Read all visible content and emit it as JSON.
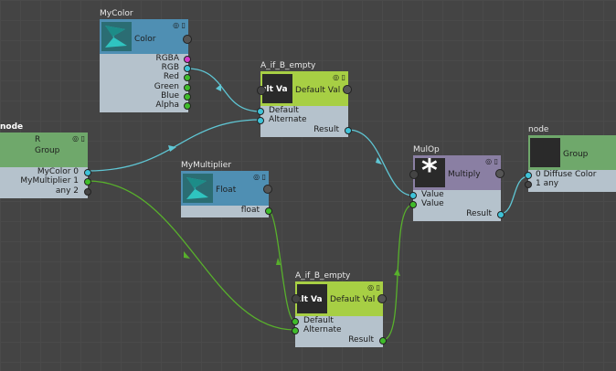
{
  "nodes": {
    "mycolor": {
      "title": "MyColor",
      "type": "Color",
      "outputs": [
        "RGBA",
        "RGB",
        "Red",
        "Green",
        "Blue",
        "Alpha"
      ]
    },
    "aif1": {
      "title": "A_if_B_empty",
      "thumb_text": "ault Va",
      "type": "Default Val",
      "inputs": [
        "Default",
        "Alternate"
      ],
      "output": "Result"
    },
    "group_left": {
      "title": "node",
      "name": "R",
      "type": "Group",
      "outputs": [
        "MyColor 0",
        "MyMultiplier 1",
        "any 2"
      ]
    },
    "mymult": {
      "title": "MyMultiplier",
      "type": "Float",
      "output": "float"
    },
    "aif2": {
      "title": "A_if_B_empty",
      "thumb_text": "ault Va",
      "type": "Default Val",
      "inputs": [
        "Default",
        "Alternate"
      ],
      "output": "Result"
    },
    "mulop": {
      "title": "MulOp",
      "thumb_glyph": "*",
      "type": "Multiply",
      "inputs": [
        "Value",
        "Value"
      ],
      "output": "Result"
    },
    "group_right": {
      "title": "node",
      "type": "Group",
      "inputs": [
        "0 Diffuse Color",
        "1 any"
      ]
    }
  },
  "colors": {
    "canvas": "#444444",
    "wire_color": "#5fc6d4",
    "wire_float": "#58b02c",
    "head_blue": "#4f8fb3",
    "head_green": "#a7cf44",
    "head_purple": "#8a7fa3",
    "head_group": "#6fa86b"
  },
  "icons": [
    "render-preview-icon",
    "node-options-icon"
  ]
}
